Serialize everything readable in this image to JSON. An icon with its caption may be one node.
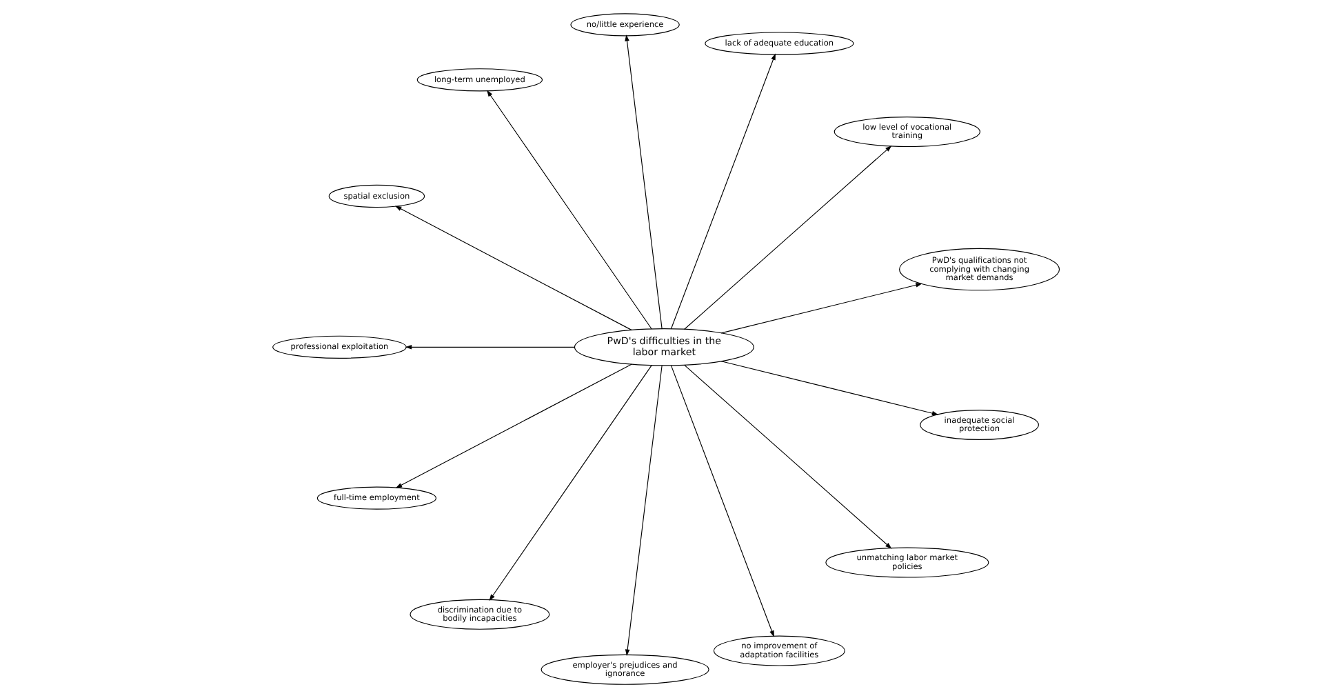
{
  "diagram": {
    "nodes": [
      {
        "text": [
          "PwD's qualifications not complying with changing market demands"
        ]
      },
      {
        "text": [
          "low level of vocational training"
        ]
      },
      {
        "text": [
          "lack of adequate education"
        ]
      },
      {
        "text": [
          "no/little experience"
        ]
      },
      {
        "text": [
          "PwD's difficulties in the labor market"
        ]
      },
      {
        "text": [
          "long-term unemployed"
        ]
      },
      {
        "text": [
          "spatial exclusion"
        ]
      },
      {
        "text": [
          "professional exploitation"
        ]
      },
      {
        "text": [
          "full-time employment"
        ]
      },
      {
        "text": [
          "discrimination due to bodily incapacities"
        ]
      },
      {
        "text": [
          "employer's prejudices and ignorance"
        ]
      },
      {
        "text": [
          "no improvement of adaptation facilities"
        ]
      },
      {
        "text": [
          "unmatching labor market policies"
        ]
      },
      {
        "text": [
          "inadequate social protection"
        ]
      }
    ],
    "edges": [
      {
        "from": 4,
        "to": 0,
        "arrow": "to"
      },
      {
        "from": 4,
        "to": 1,
        "arrow": "to"
      },
      {
        "from": 4,
        "to": 2,
        "arrow": "to"
      },
      {
        "from": 4,
        "to": 3,
        "arrow": "to"
      },
      {
        "from": 4,
        "to": 5,
        "arrow": "to"
      },
      {
        "from": 4,
        "to": 6,
        "arrow": "to"
      },
      {
        "from": 4,
        "to": 7,
        "arrow": "to"
      },
      {
        "from": 4,
        "to": 8,
        "arrow": "to"
      },
      {
        "from": 4,
        "to": 9,
        "arrow": "to"
      },
      {
        "from": 4,
        "to": 10,
        "arrow": "to"
      },
      {
        "from": 4,
        "to": 11,
        "arrow": "to"
      },
      {
        "from": 4,
        "to": 12,
        "arrow": "to"
      },
      {
        "from": 4,
        "to": 13,
        "arrow": "to"
      }
    ]
  }
}
